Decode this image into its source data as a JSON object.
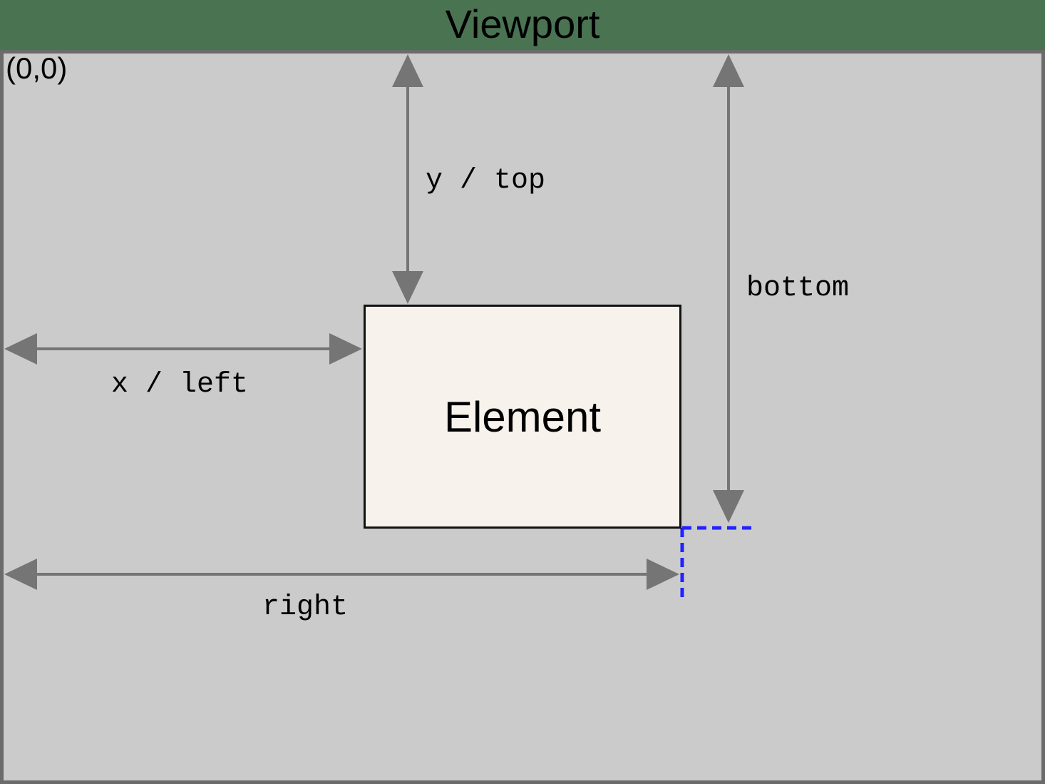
{
  "title": "Viewport",
  "viewport": {
    "origin_label": "(0,0)"
  },
  "element": {
    "label": "Element"
  },
  "annotations": {
    "y_top": "y / top",
    "bottom": "bottom",
    "x_left": "x / left",
    "right": "right"
  },
  "colors": {
    "background_green": "#4a7352",
    "viewport_gray": "#cbcbcb",
    "border_gray": "#6b6b6b",
    "arrow_gray": "#757575",
    "element_cream": "#f7f3ec",
    "element_border": "#111111",
    "guide_blue": "#2222ff",
    "text_black": "#000000"
  }
}
